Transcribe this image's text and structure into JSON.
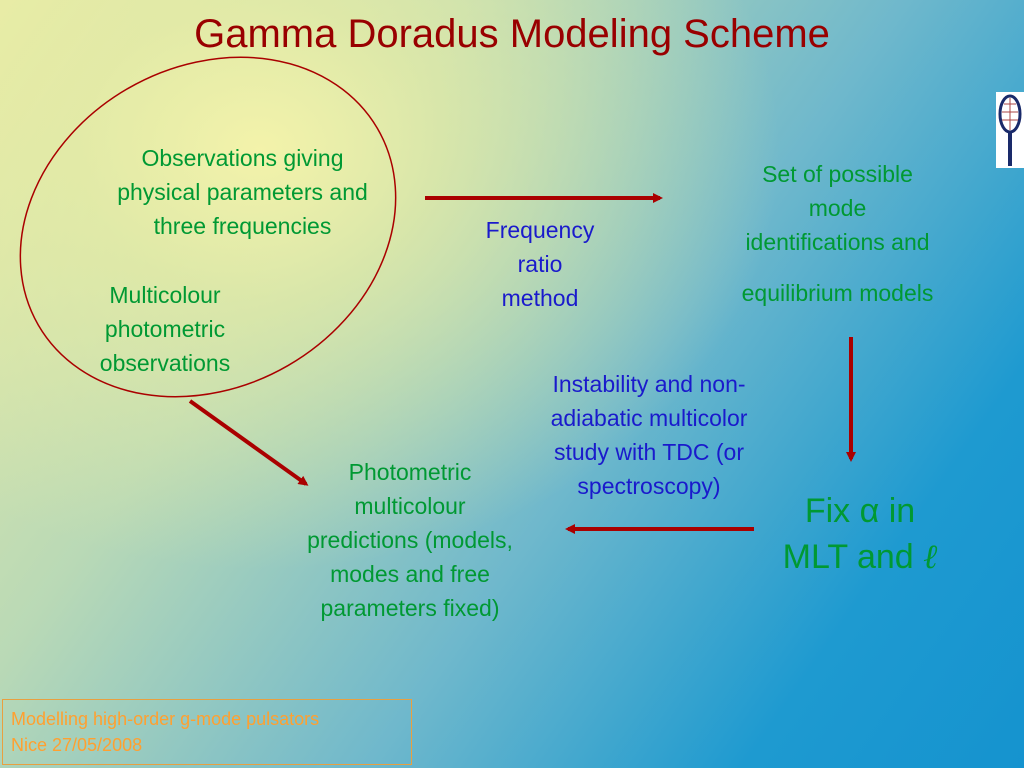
{
  "title": "Gamma Doradus Modeling Scheme",
  "observations": {
    "line1": "Observations giving",
    "line2": "physical parameters and",
    "line3": "three frequencies"
  },
  "multicolour_obs": {
    "line1": "Multicolour",
    "line2": "photometric",
    "line3": "observations"
  },
  "frequency_method": {
    "line1": "Frequency",
    "line2": "ratio",
    "line3": "method"
  },
  "mode_set": {
    "line1": "Set of possible",
    "line2": "mode",
    "line3": "identifications and",
    "line4": "equilibrium models"
  },
  "instability": {
    "line1": "Instability and non-",
    "line2": "adiabatic multicolor",
    "line3": "study with TDC (or",
    "line4": "spectroscopy)"
  },
  "fix_alpha": {
    "line1": "Fix α in",
    "line2_prefix": "MLT and ",
    "line2_symbol": "ℓ"
  },
  "predictions": {
    "line1": "Photometric",
    "line2": "multicolour",
    "line3": "predictions (models,",
    "line4": "modes and free",
    "line5": "parameters fixed)"
  },
  "footer": {
    "line1": "Modelling high-order g-mode pulsators",
    "line2": "Nice 27/05/2008"
  },
  "colors": {
    "title": "#990000",
    "green_text": "#009933",
    "blue_text": "#1a1acc",
    "arrow": "#aa0000",
    "footer_text": "#ffa030"
  },
  "icons": {
    "corner_logo": "tennis-racket-icon"
  }
}
